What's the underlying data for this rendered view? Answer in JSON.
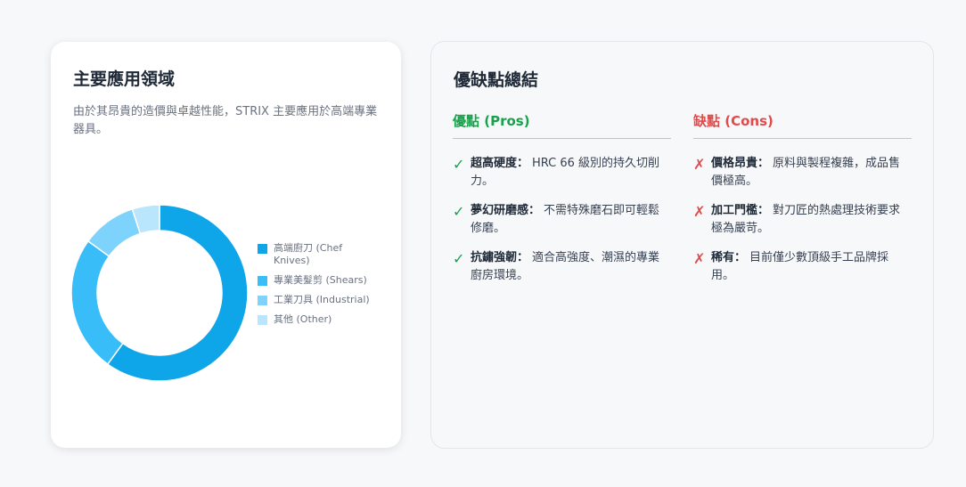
{
  "applications": {
    "title": "主要應用領域",
    "description": "由於其昂貴的造價與卓越性能，STRIX 主要應用於高端專業器具。",
    "chart_data": {
      "type": "pie",
      "donut": true,
      "categories": [
        "高端廚刀 (Chef Knives)",
        "專業美髮剪 (Shears)",
        "工業刀具 (Industrial)",
        "其他 (Other)"
      ],
      "values": [
        60,
        25,
        10,
        5
      ],
      "colors": [
        "#0ea5e9",
        "#38bdf8",
        "#7dd3fc",
        "#bae6fd"
      ],
      "legend": "right"
    }
  },
  "summary": {
    "title": "優缺點總結",
    "pros": {
      "heading": "優點 (Pros)",
      "icon": "check-icon",
      "color": "#17a34a",
      "items": [
        {
          "label": "超高硬度：",
          "text": "HRC 66 級別的持久切削力。"
        },
        {
          "label": "夢幻研磨感：",
          "text": "不需特殊磨石即可輕鬆修磨。"
        },
        {
          "label": "抗鏽強韌：",
          "text": "適合高強度、潮濕的專業廚房環境。"
        }
      ]
    },
    "cons": {
      "heading": "缺點 (Cons)",
      "icon": "cross-icon",
      "color": "#e04b4b",
      "items": [
        {
          "label": "價格昂貴：",
          "text": "原料與製程複雜，成品售價極高。"
        },
        {
          "label": "加工門檻：",
          "text": "對刀匠的熱處理技術要求極為嚴苛。"
        },
        {
          "label": "稀有：",
          "text": "目前僅少數頂級手工品牌採用。"
        }
      ]
    }
  }
}
